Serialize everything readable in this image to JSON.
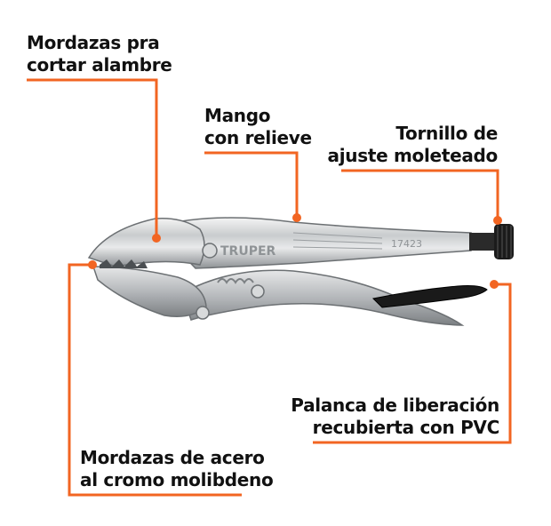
{
  "accent_color": "#f26522",
  "brand": "TRUPER",
  "model": "17423",
  "callouts": {
    "jaw_cutter": [
      "Mordazas pra",
      "cortar alambre"
    ],
    "handle": [
      "Mango",
      "con relieve"
    ],
    "screw": [
      "Tornillo de",
      "ajuste moleteado"
    ],
    "release": [
      "Palanca de liberación",
      "recubierta con PVC"
    ],
    "jaws": [
      "Mordazas de acero",
      "al cromo molibdeno"
    ]
  }
}
